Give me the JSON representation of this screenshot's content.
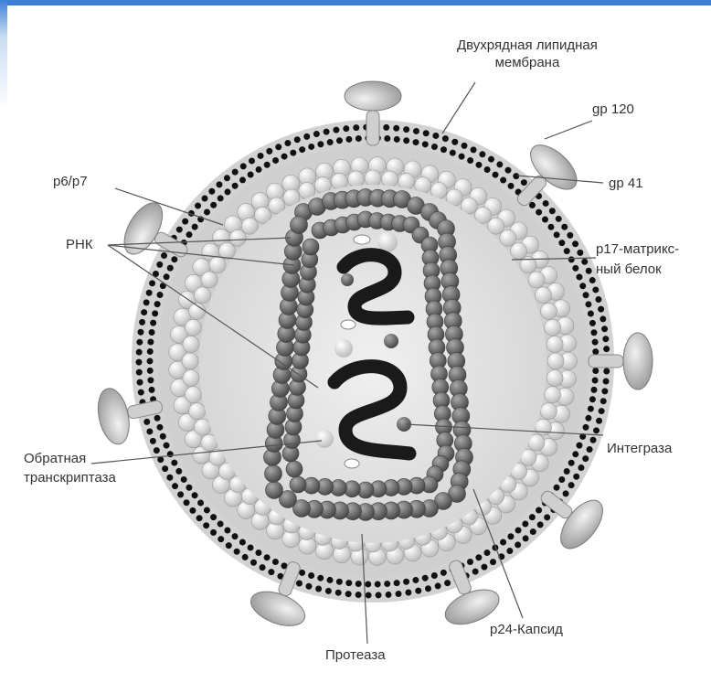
{
  "labels": {
    "membrane": "Двухрядная липидная\nмембрана",
    "gp120": "gp 120",
    "gp41": "gp 41",
    "p6p7": "p6/p7",
    "rna": "РНК",
    "p17": "p17-матрикс-\nный белок",
    "integrase": "Интеграза",
    "reverse_transcriptase": "Обратная\nтранскриптаза",
    "capsid": "p24-Капсид",
    "protease": "Протеаза"
  },
  "colors": {
    "accent_bar": "#3d7fd6",
    "outer_ring": "#d2d2d2",
    "membrane_dots": "#111111",
    "inner_fill": "#e4e4e4",
    "capsid": "#6e6e6e",
    "rna": "#1a1a1a",
    "label_text": "#333333",
    "leader_line": "#555555"
  }
}
